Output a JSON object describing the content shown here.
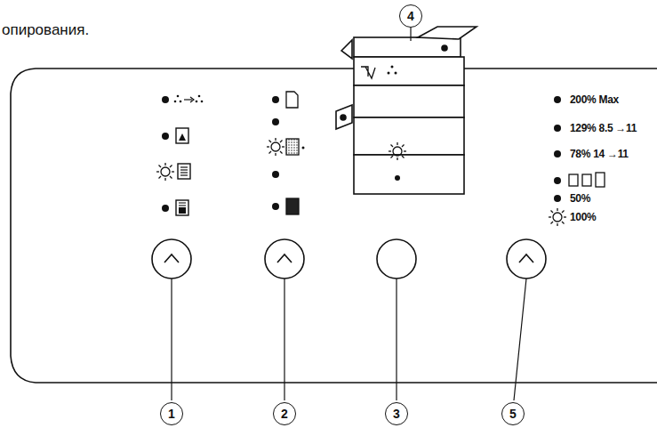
{
  "diagram": {
    "nodes": [
      {
        "text": [
          "4"
        ]
      },
      {
        "text": [
          "1"
        ]
      },
      {
        "text": [
          "2"
        ]
      },
      {
        "text": [
          "3"
        ]
      },
      {
        "text": [
          "5"
        ]
      }
    ],
    "labels": [
      "опирования.",
      "200% Max",
      "129% 8.5 →11",
      "78% 14 →11",
      "50%",
      "100%"
    ]
  }
}
